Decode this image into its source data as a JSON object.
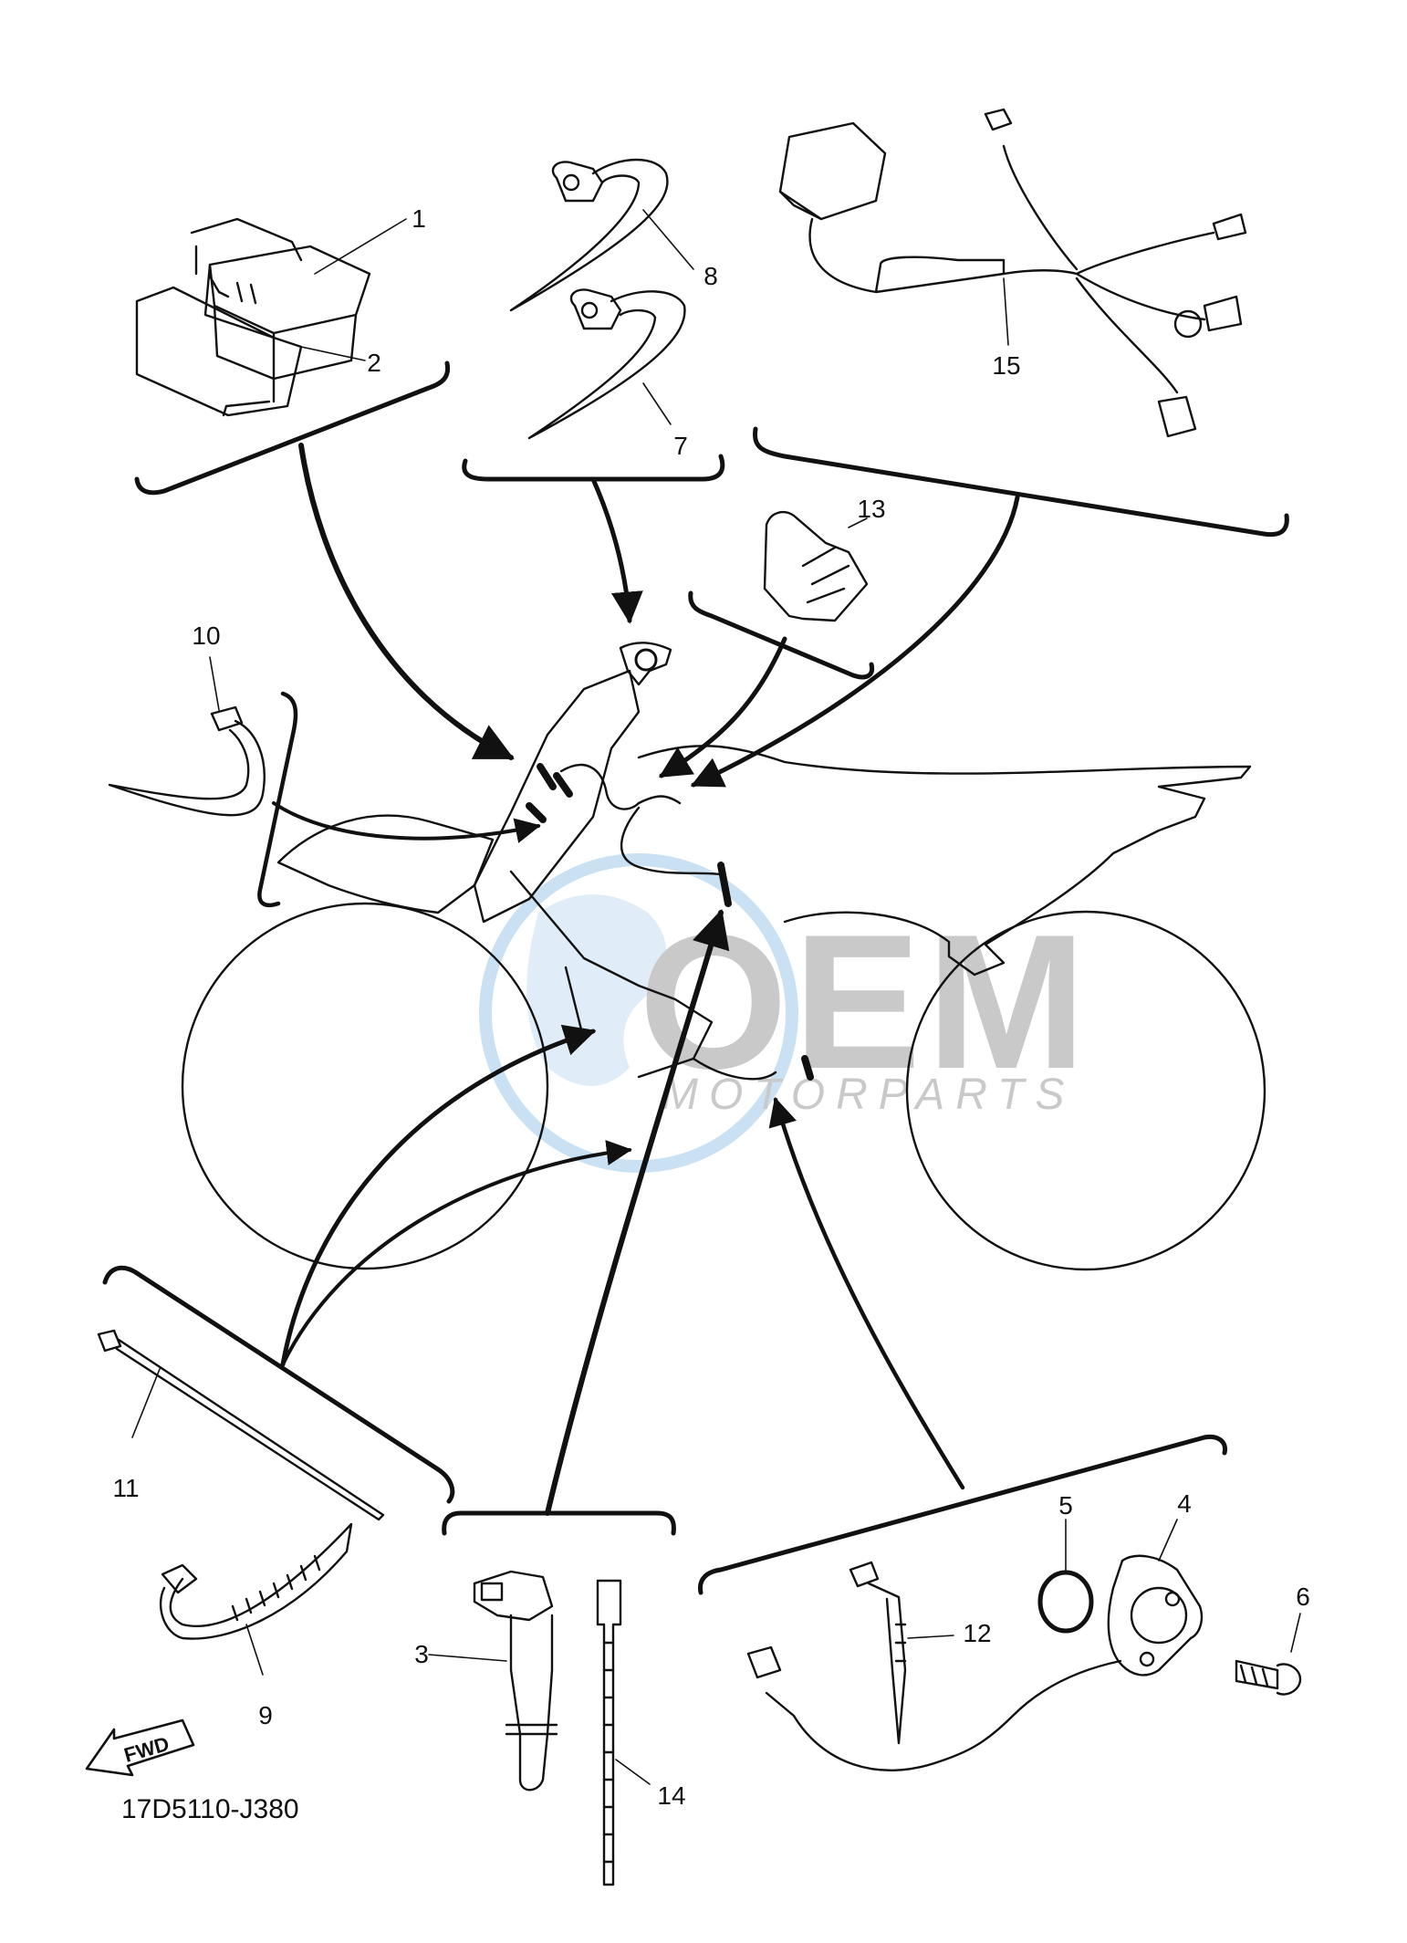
{
  "callouts": [
    {
      "id": "1",
      "label": "1"
    },
    {
      "id": "2",
      "label": "2"
    },
    {
      "id": "3",
      "label": "3"
    },
    {
      "id": "4",
      "label": "4"
    },
    {
      "id": "5",
      "label": "5"
    },
    {
      "id": "6",
      "label": "6"
    },
    {
      "id": "7",
      "label": "7"
    },
    {
      "id": "8",
      "label": "8"
    },
    {
      "id": "9",
      "label": "9"
    },
    {
      "id": "10",
      "label": "10"
    },
    {
      "id": "11",
      "label": "11"
    },
    {
      "id": "12",
      "label": "12"
    },
    {
      "id": "13",
      "label": "13"
    },
    {
      "id": "14",
      "label": "14"
    },
    {
      "id": "15",
      "label": "15"
    }
  ],
  "drawing_code": "17D5110-J380",
  "fwd_arrow": {
    "label": "FWD",
    "icon": "forward-direction-arrow-icon"
  },
  "watermark": {
    "brand": "OEM",
    "tagline": "MOTORPARTS",
    "colors": {
      "globe": "#3b8fd6",
      "text": "#8a8a8a"
    }
  },
  "colors": {
    "line": "#111111",
    "background": "#ffffff"
  }
}
